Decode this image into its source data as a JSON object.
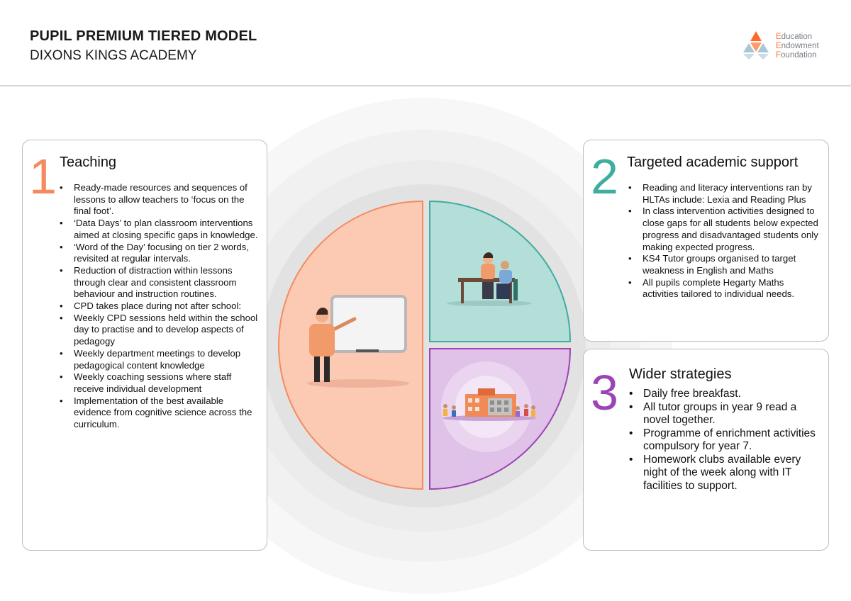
{
  "header": {
    "title": "PUPIL PREMIUM TIERED MODEL",
    "subtitle": "DIXONS KINGS ACADEMY"
  },
  "logo": {
    "line1_cap": "E",
    "line1_rest": "ducation",
    "line2_cap": "E",
    "line2_rest": "ndowment",
    "line3_cap": "F",
    "line3_rest": "oundation"
  },
  "colors": {
    "teaching": "#f58a5e",
    "targeted": "#3fada0",
    "wider": "#9b45b5",
    "teaching_fill": "#fcc9b3",
    "targeted_fill": "#b4ded8",
    "wider_fill": "#e0c2e8"
  },
  "tiers": [
    {
      "number": "1",
      "title": "Teaching",
      "items": [
        "Ready-made resources and sequences of lessons to allow teachers to ‘focus on the final foot’.",
        "‘Data Days’ to plan classroom interventions aimed at closing specific gaps in knowledge.",
        "‘Word of the Day’ focusing on tier 2 words, revisited at regular intervals.",
        "Reduction of distraction within lessons through clear and consistent classroom behaviour and instruction routines.",
        "CPD takes place during not after school:",
        "Weekly CPD sessions held within the school day to practise and to develop aspects of pedagogy",
        "Weekly department meetings to develop pedagogical content knowledge",
        "Weekly coaching sessions where staff receive individual development",
        "Implementation of the best available evidence from cognitive science across the curriculum."
      ]
    },
    {
      "number": "2",
      "title": "Targeted academic support",
      "items": [
        "Reading and literacy interventions ran by HLTAs include: Lexia and Reading Plus",
        "In class intervention activities designed to close gaps for all students below expected progress and disadvantaged students only making expected progress.",
        "KS4 Tutor groups organised to target weakness in English and Maths",
        "All pupils complete Hegarty Maths activities tailored to individual needs."
      ]
    },
    {
      "number": "3",
      "title": "Wider strategies",
      "items": [
        "Daily free breakfast.",
        "All tutor groups in year 9 read a novel together.",
        "Programme of enrichment activities compulsory for year 7.",
        "Homework clubs available every night of the week along with IT facilities to support."
      ]
    }
  ]
}
